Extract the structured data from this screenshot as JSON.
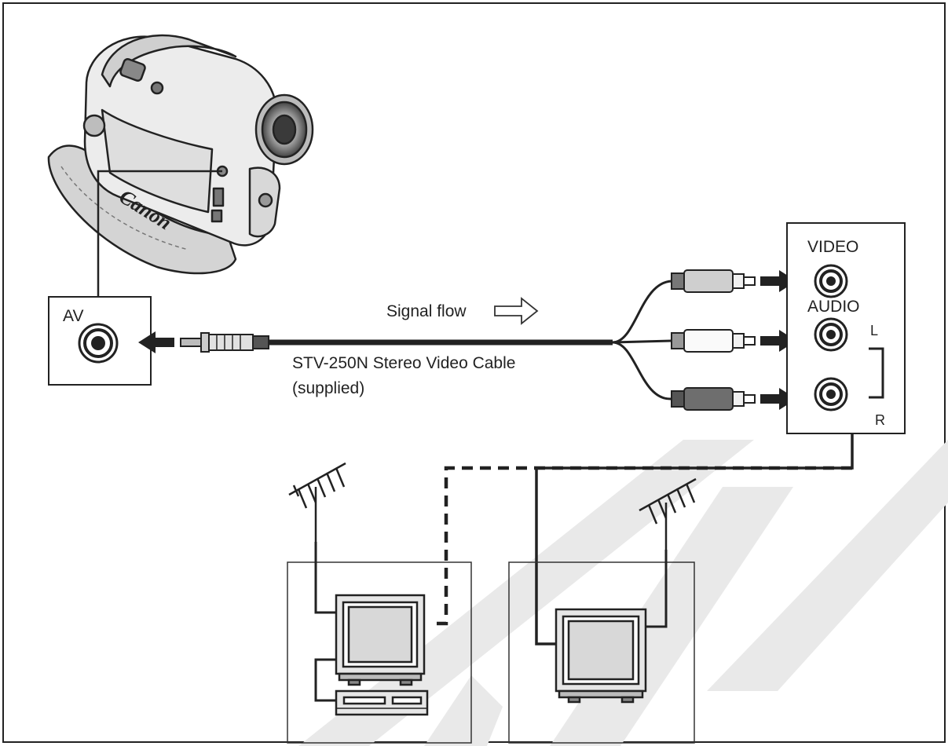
{
  "camcorder": {
    "brand": "Canon",
    "terminal_label": "AV",
    "icon": "camcorder-icon"
  },
  "cable": {
    "name": "STV-250N Stereo Video Cable",
    "note": "(supplied)",
    "signal_label": "Signal flow",
    "signal_icon": "hollow-arrow-right-icon"
  },
  "tv_inputs": {
    "video_label": "VIDEO",
    "audio_label": "AUDIO",
    "left_label": "L",
    "right_label": "R"
  },
  "devices": {
    "vcr_setup_icon": "tv-with-vcr-icon",
    "tv_setup_icon": "tv-icon",
    "antenna_icon": "antenna-icon"
  },
  "watermark_icon": "watermark-letters-icon"
}
